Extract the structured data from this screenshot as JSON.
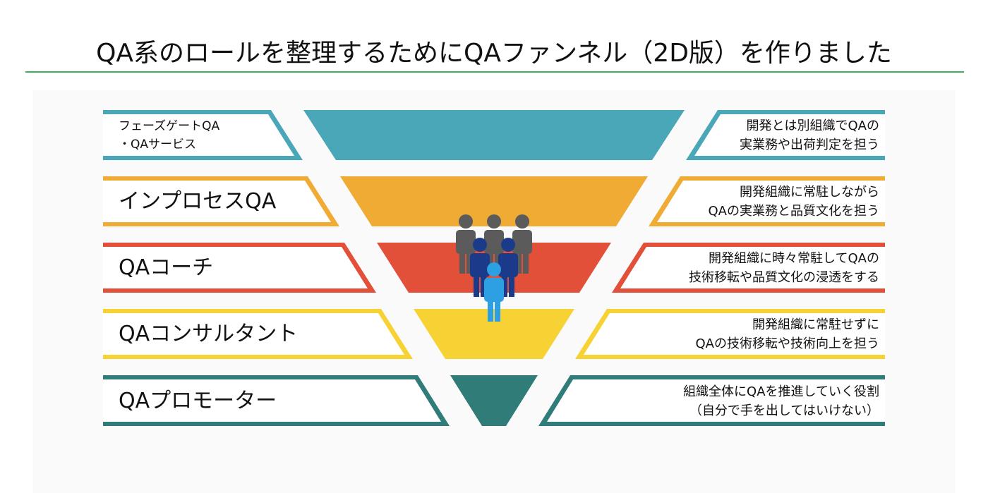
{
  "title": "QA系のロールを整理するためにQAファンネル（2D版）を作りました",
  "colors": {
    "rule": "#3fae5c",
    "teal": "#4aa7b7",
    "orange": "#f0ab35",
    "red": "#e2503a",
    "yellow": "#f7d234",
    "dark_teal": "#2f7c78",
    "person_gray": "#5b5b5b",
    "person_navy": "#1c3a8a",
    "person_blue": "#2d9fe3"
  },
  "roles": [
    {
      "name_lines": [
        "フェーズゲートQA",
        "・QAサービス"
      ],
      "description_lines": [
        "開発とは別組織でQAの",
        "実業務や出荷判定を担う"
      ],
      "color": "#4aa7b7"
    },
    {
      "name_lines": [
        "インプロセスQA"
      ],
      "description_lines": [
        "開発組織に常駐しながら",
        "QAの実業務と品質文化を担う"
      ],
      "color": "#f0ab35"
    },
    {
      "name_lines": [
        "QAコーチ"
      ],
      "description_lines": [
        "開発組織に時々常駐してQAの",
        "技術移転や品質文化の浸透をする"
      ],
      "color": "#e2503a"
    },
    {
      "name_lines": [
        "QAコンサルタント"
      ],
      "description_lines": [
        "開発組織に常駐せずに",
        "QAの技術移転や技術向上を担う"
      ],
      "color": "#f7d234"
    },
    {
      "name_lines": [
        "QAプロモーター"
      ],
      "description_lines": [
        "組織全体にQAを推進していく役割",
        "（自分で手を出してはいけない）"
      ],
      "color": "#2f7c78"
    }
  ],
  "people_icon": "people-group-icon"
}
